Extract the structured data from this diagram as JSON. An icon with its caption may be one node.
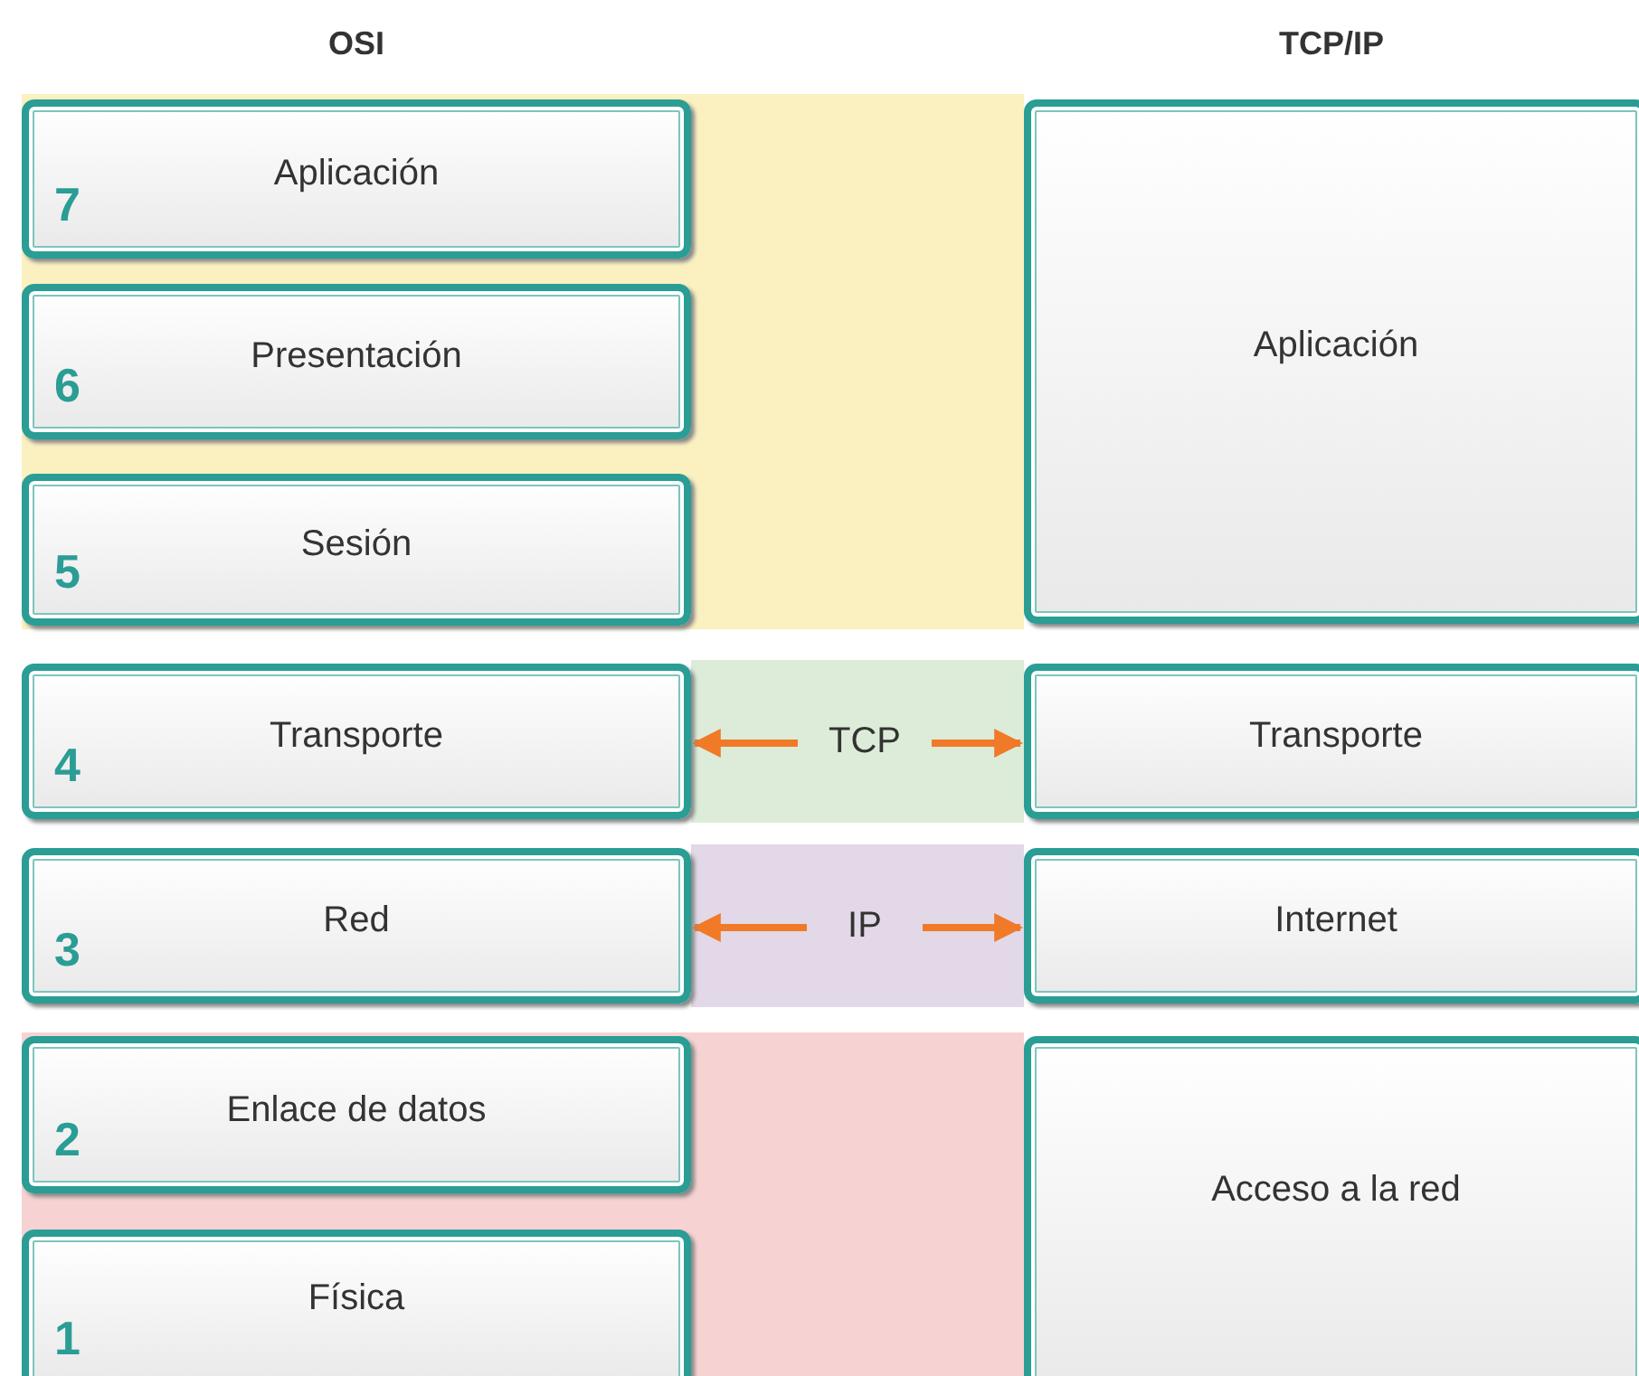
{
  "diagram": {
    "nodes": [
      {
        "text": [
          "7",
          "Aplicación"
        ]
      },
      {
        "text": [
          "Aplicación"
        ]
      },
      {
        "text": [
          "6",
          "Presentación"
        ]
      },
      {
        "text": [
          "5",
          "Sesión"
        ]
      },
      {
        "text": [
          "4",
          "Transporte"
        ]
      },
      {
        "text": [
          "TCP"
        ]
      },
      {
        "text": [
          "Transporte"
        ]
      },
      {
        "text": [
          "3",
          "Red"
        ]
      },
      {
        "text": [
          "IP"
        ]
      },
      {
        "text": [
          "Internet"
        ]
      },
      {
        "text": [
          "2",
          "Enlace de datos"
        ]
      },
      {
        "text": [
          "Acceso a la red"
        ]
      },
      {
        "text": [
          "1",
          "Física"
        ]
      }
    ],
    "edges": [
      {
        "from": 5,
        "to": 4,
        "arrow": "to"
      },
      {
        "from": 5,
        "to": 6,
        "arrow": "to"
      },
      {
        "from": 8,
        "to": 7,
        "arrow": "to"
      },
      {
        "from": 8,
        "to": 9,
        "arrow": "to"
      }
    ],
    "labels": [
      "OSI",
      "TCP/IP"
    ]
  }
}
